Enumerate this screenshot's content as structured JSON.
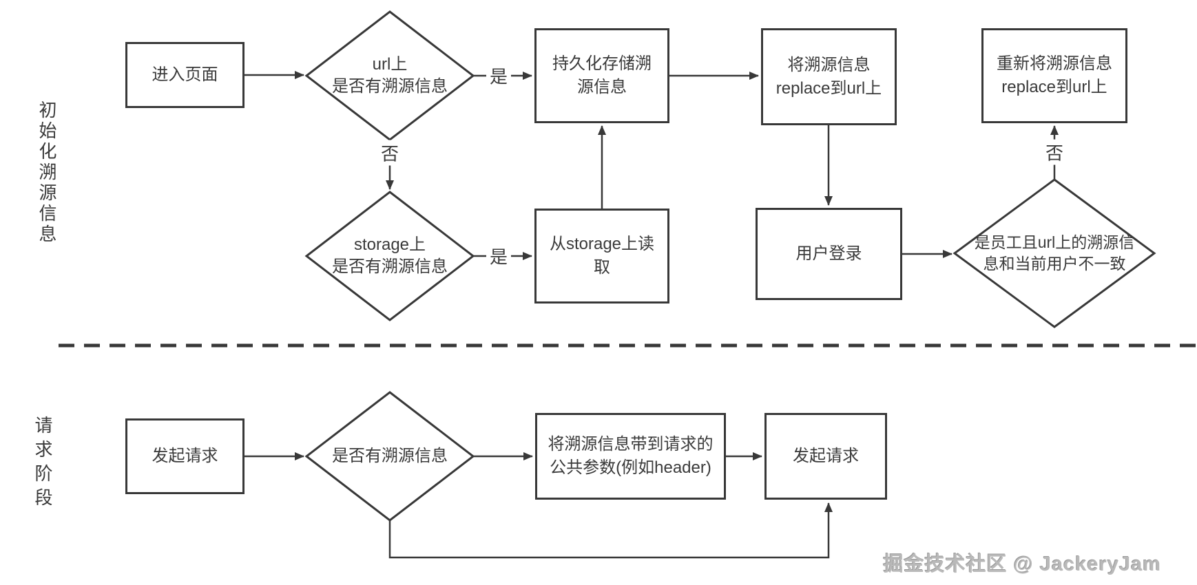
{
  "sections": {
    "init": "初始化溯源信息",
    "request": "请求阶段"
  },
  "nodes": {
    "enter_page": "进入页面",
    "persist_trace": "持久化存储溯\n源信息",
    "replace_url": "将溯源信息\nreplace到url上",
    "re_replace_url": "重新将溯源信息\nreplace到url上",
    "read_storage": "从storage上读\n取",
    "user_login": "用户登录",
    "send_request_1": "发起请求",
    "carry_params": "将溯源信息带到请求的\n公共参数(例如header)",
    "send_request_2": "发起请求"
  },
  "decisions": {
    "url_has_trace": "url上\n是否有溯源信息",
    "storage_has_trace": "storage上\n是否有溯源信息",
    "employee_mismatch": "是员工且url上的溯源信\n息和当前用户不一致",
    "has_trace": "是否有溯源信息"
  },
  "edge_labels": {
    "yes": "是",
    "no": "否"
  },
  "watermark": "掘金技术社区 @ JackeryJam",
  "colors": {
    "line": "#383838",
    "text": "#3a3a3a",
    "watermark": "#b9b9b9",
    "background": "#ffffff"
  }
}
